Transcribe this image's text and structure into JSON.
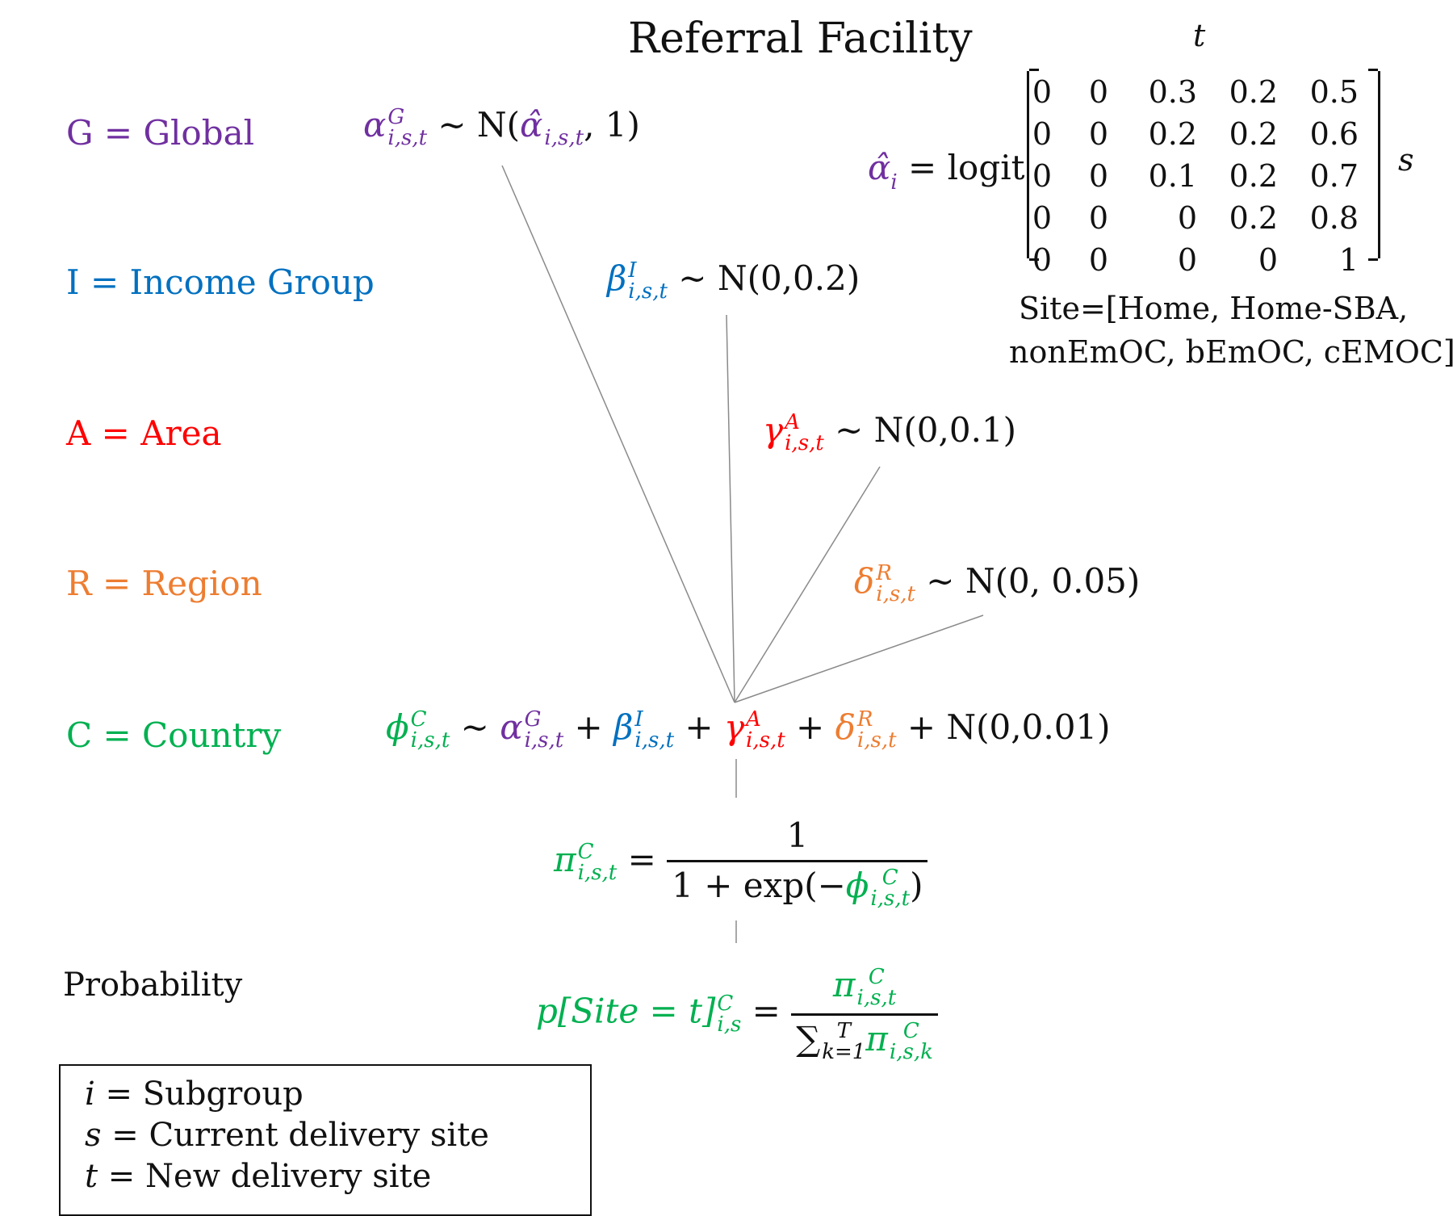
{
  "title": "Referral Facility",
  "colors": {
    "global": "#7030a0",
    "income": "#0070c0",
    "area": "#ff0000",
    "region": "#ed7d31",
    "country": "#00b050",
    "text": "#111111",
    "line": "#8a8a8a"
  },
  "levels": [
    {
      "key": "global",
      "label": "G = Global"
    },
    {
      "key": "income",
      "label": "I = Income Group"
    },
    {
      "key": "area",
      "label": "A = Area"
    },
    {
      "key": "region",
      "label": "R = Region"
    },
    {
      "key": "country",
      "label": "C = Country"
    }
  ],
  "probability_label": "Probability",
  "equations": {
    "alpha": {
      "symbol": "α",
      "sup": "G",
      "sub": "i,s,t",
      "rhs_prefix": " ~ N(",
      "hat_symbol": "α̂",
      "hat_sub": "i,s,t",
      "rhs_suffix": ", 1)"
    },
    "beta": {
      "symbol": "β",
      "sup": "I",
      "sub": "i,s,t",
      "rhs": " ~ N(0,0.2)"
    },
    "gamma": {
      "symbol": "γ",
      "sup": "A",
      "sub": "i,s,t",
      "rhs": " ~ N(0,0.1)"
    },
    "delta": {
      "symbol": "δ",
      "sup": "R",
      "sub": "i,s,t",
      "rhs": " ~ N(0, 0.05)"
    },
    "phi": {
      "symbol": "ϕ",
      "sup": "C",
      "sub": "i,s,t",
      "tilde": " ~ ",
      "plus": " + ",
      "noise": " + N(0,0.01)"
    },
    "pi": {
      "symbol": "π",
      "sup": "C",
      "sub": "i,s,t",
      "eq": " = ",
      "numerator": "1",
      "den_prefix": "1 + exp(−",
      "den_suffix": ")"
    },
    "p": {
      "lhs": "p[Site = t]",
      "sup": "C",
      "sub": "i,s",
      "eq": " = ",
      "sum": "∑",
      "sum_sup": "T",
      "sum_sub": "k=1",
      "den_sub": "i,s,k"
    }
  },
  "matrix": {
    "lhs_symbol": "α̂",
    "lhs_sub": "i",
    "lhs_rest": " = logit",
    "col_label": "t",
    "row_label": "s",
    "rows": [
      [
        "0",
        "0",
        "0.3",
        "0.2",
        "0.5"
      ],
      [
        "0",
        "0",
        "0.2",
        "0.2",
        "0.6"
      ],
      [
        "0",
        "0",
        "0.1",
        "0.2",
        "0.7"
      ],
      [
        "0",
        "0",
        "0",
        "0.2",
        "0.8"
      ],
      [
        "0",
        "0",
        "0",
        "0",
        "1"
      ]
    ]
  },
  "site_list": [
    "Site=[Home, Home-SBA,",
    "nonEmOC, bEmOC, cEMOC]"
  ],
  "legend": [
    {
      "sym": "i",
      "text": " = Subgroup"
    },
    {
      "sym": "s",
      "text": " = Current delivery site"
    },
    {
      "sym": "t",
      "text": " = New delivery site"
    }
  ]
}
